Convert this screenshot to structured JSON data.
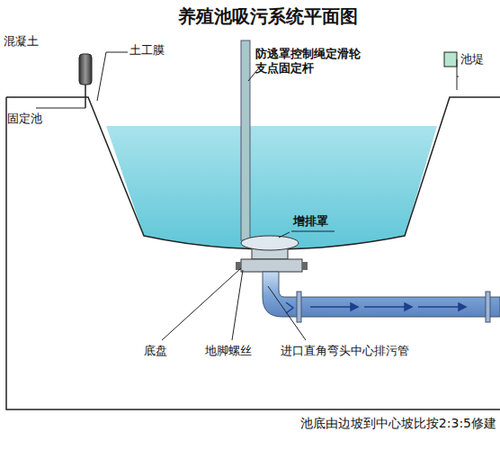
{
  "diagram": {
    "title": "养殖池吸污系统平面图",
    "caption": "池底由边坡到中心坡比按2:3:5修建",
    "labels": [
      "混凝土",
      "土工膜",
      "固定池",
      "防逃罩控制绳定滑轮 支点固定杆",
      "池堤",
      "增排罩",
      "底盘",
      "地脚螺丝",
      "进口直角弯头中心排污管"
    ]
  }
}
